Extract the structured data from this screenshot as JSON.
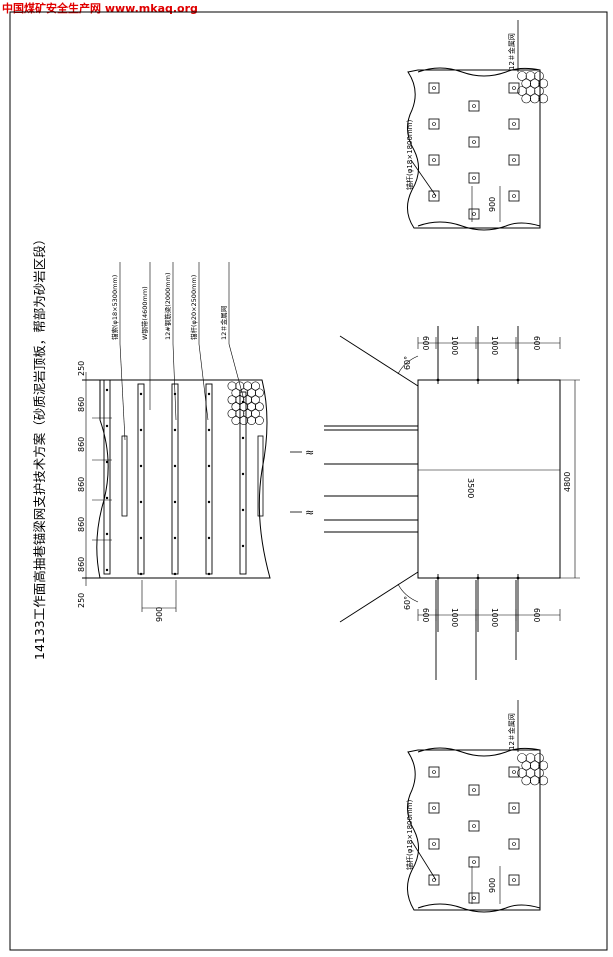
{
  "watermark": "中国煤矿安全生产网 www.mkaq.org",
  "title": "14133工作面高抽巷锚梁网支护技术方案（砂质泥岩顶板，帮部为砂岩区段）",
  "top_detail": {
    "mesh_label": "12＃金属网",
    "bolt_label": "锚杆(φ18×1800mm)",
    "spacing": "900"
  },
  "bottom_detail": {
    "mesh_label": "12＃金属网",
    "bolt_label": "锚杆(φ18×1800mm)",
    "spacing": "900"
  },
  "left_section": {
    "top_margin": "250",
    "bottom_margin": "250",
    "spacings": [
      "860",
      "860",
      "860",
      "860",
      "860"
    ],
    "col_spacing": "900",
    "labels": [
      "锚索(φ18×5300mm)",
      "W钢带(4600mm)",
      "12#钢筋梁(2000mm)",
      "锚杆(φ20×2500mm)",
      "12＃金属网"
    ]
  },
  "main_section": {
    "width": "3500",
    "height": "4800",
    "top_dims": [
      "600",
      "1000",
      "1000",
      "600"
    ],
    "bottom_dims": [
      "600",
      "1000",
      "1000",
      "600"
    ],
    "angle_top": "60°",
    "angle_bottom": "60°",
    "break_mark": "≈"
  }
}
